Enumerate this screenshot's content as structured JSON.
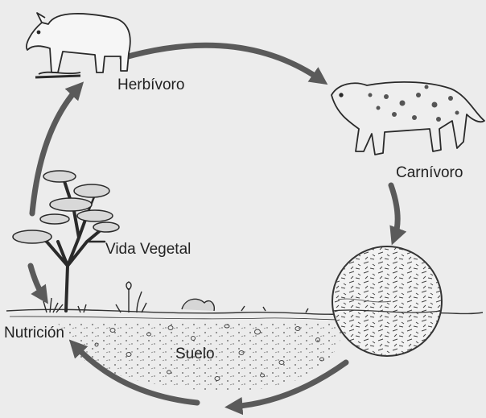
{
  "labels": {
    "herbivoro": "Herbívoro",
    "carnivoro": "Carnívoro",
    "vida_vegetal": "Vida Vegetal",
    "nutricion": "Nutrición",
    "suelo": "Suelo"
  },
  "colors": {
    "background": "#ececec",
    "arrow": "#5a5a5a",
    "ink": "#2a2a2a"
  },
  "icons": [
    "tapir-icon",
    "jaguar-icon",
    "tree-icon",
    "decomposition-circle-icon",
    "soil-icon"
  ]
}
